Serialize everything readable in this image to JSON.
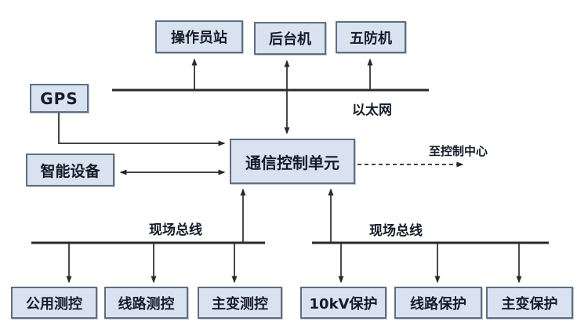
{
  "diagram": {
    "type": "system-architecture",
    "nodes": {
      "operator_station": "操作员站",
      "backend_machine": "后台机",
      "five_prevention_machine": "五防机",
      "gps": "GPS",
      "intelligent_device": "智能设备",
      "comm_control_unit": "通信控制单元",
      "public_measure_control": "公用测控",
      "line_measure_control": "线路测控",
      "main_transformer_measure_control": "主变测控",
      "protection_10kv": "10kV保护",
      "line_protection": "线路保护",
      "main_transformer_protection": "主变保护"
    },
    "labels": {
      "ethernet": "以太网",
      "field_bus_left": "现场总线",
      "field_bus_right": "现场总线",
      "to_control_center": "至控制中心"
    }
  },
  "theme": {
    "node_fill": "#d9e3f0",
    "node_border": "#5f6f82",
    "line_color": "#2a2a2a",
    "text_color": "#161c28",
    "bg_color": "#ffffff"
  }
}
